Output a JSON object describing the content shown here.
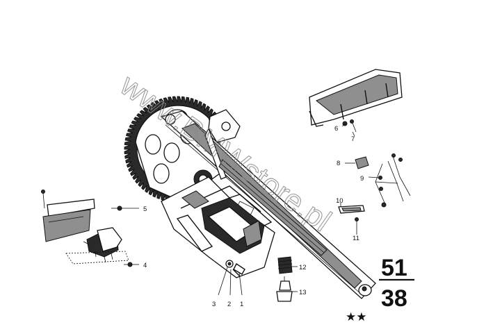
{
  "watermark": "www.BMWstore.pl",
  "page_number": {
    "top": "51",
    "bottom": "38"
  },
  "stars": "★★",
  "callouts": [
    {
      "num": "1"
    },
    {
      "num": "2"
    },
    {
      "num": "3"
    },
    {
      "num": "4"
    },
    {
      "num": "5"
    },
    {
      "num": "6"
    },
    {
      "num": "7"
    },
    {
      "num": "8"
    },
    {
      "num": "9"
    },
    {
      "num": "10"
    },
    {
      "num": "11"
    },
    {
      "num": "12"
    },
    {
      "num": "13"
    }
  ]
}
